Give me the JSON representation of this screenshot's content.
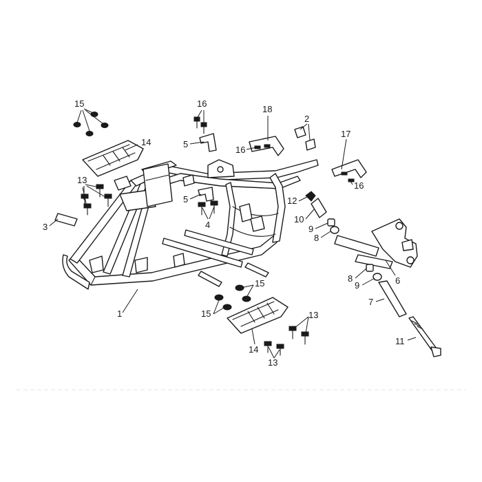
{
  "callouts": [
    {
      "id": "1",
      "text": "1"
    },
    {
      "id": "2",
      "text": "2"
    },
    {
      "id": "3",
      "text": "3"
    },
    {
      "id": "4",
      "text": "4"
    },
    {
      "id": "5a",
      "text": "5"
    },
    {
      "id": "5b",
      "text": "5"
    },
    {
      "id": "6",
      "text": "6"
    },
    {
      "id": "7",
      "text": "7"
    },
    {
      "id": "8a",
      "text": "8"
    },
    {
      "id": "8b",
      "text": "8"
    },
    {
      "id": "9a",
      "text": "9"
    },
    {
      "id": "9b",
      "text": "9"
    },
    {
      "id": "10",
      "text": "10"
    },
    {
      "id": "11",
      "text": "11"
    },
    {
      "id": "12",
      "text": "12"
    },
    {
      "id": "13a",
      "text": "13"
    },
    {
      "id": "13b",
      "text": "13"
    },
    {
      "id": "13c",
      "text": "13"
    },
    {
      "id": "14a",
      "text": "14"
    },
    {
      "id": "14b",
      "text": "14"
    },
    {
      "id": "15a",
      "text": "15"
    },
    {
      "id": "15b",
      "text": "15"
    },
    {
      "id": "15c",
      "text": "15"
    },
    {
      "id": "16a",
      "text": "16"
    },
    {
      "id": "16b",
      "text": "16"
    },
    {
      "id": "16c",
      "text": "16"
    },
    {
      "id": "17",
      "text": "17"
    },
    {
      "id": "18",
      "text": "18"
    }
  ]
}
